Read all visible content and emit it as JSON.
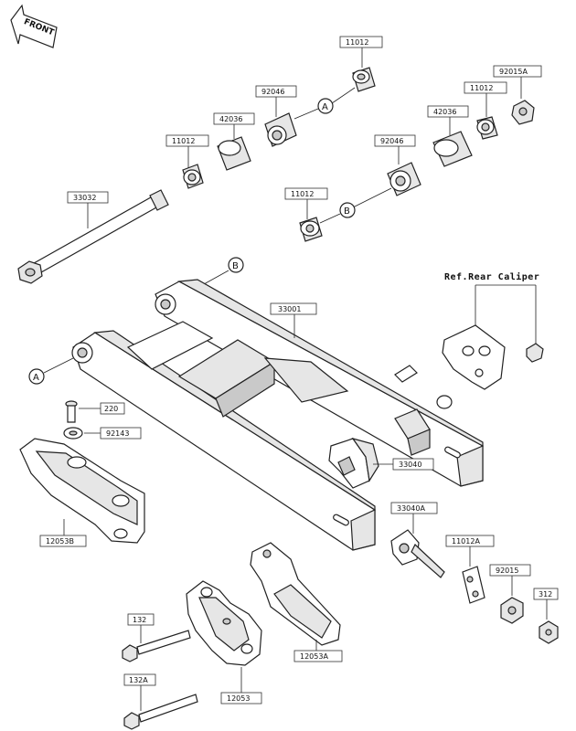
{
  "front_label": "FRONT",
  "ref_note": "Ref.Rear Caliper",
  "markers": [
    "A",
    "B",
    "A",
    "B"
  ],
  "parts": [
    {
      "id": "p11012_a",
      "label": "11012"
    },
    {
      "id": "p92046_a",
      "label": "92046"
    },
    {
      "id": "p92015a",
      "label": "92015A"
    },
    {
      "id": "p42036_a",
      "label": "42036"
    },
    {
      "id": "p11012_b",
      "label": "11012"
    },
    {
      "id": "p42036_b",
      "label": "42036"
    },
    {
      "id": "p11012_c",
      "label": "11012"
    },
    {
      "id": "p92046_b",
      "label": "92046"
    },
    {
      "id": "p33032",
      "label": "33032"
    },
    {
      "id": "p11012_d",
      "label": "11012"
    },
    {
      "id": "p33001",
      "label": "33001"
    },
    {
      "id": "p220",
      "label": "220"
    },
    {
      "id": "p92143",
      "label": "92143"
    },
    {
      "id": "p33040",
      "label": "33040"
    },
    {
      "id": "p12053b",
      "label": "12053B"
    },
    {
      "id": "p33040a",
      "label": "33040A"
    },
    {
      "id": "p11012a",
      "label": "11012A"
    },
    {
      "id": "p92015",
      "label": "92015"
    },
    {
      "id": "p312",
      "label": "312"
    },
    {
      "id": "p132",
      "label": "132"
    },
    {
      "id": "p12053a",
      "label": "12053A"
    },
    {
      "id": "p132a",
      "label": "132A"
    },
    {
      "id": "p12053",
      "label": "12053"
    }
  ]
}
